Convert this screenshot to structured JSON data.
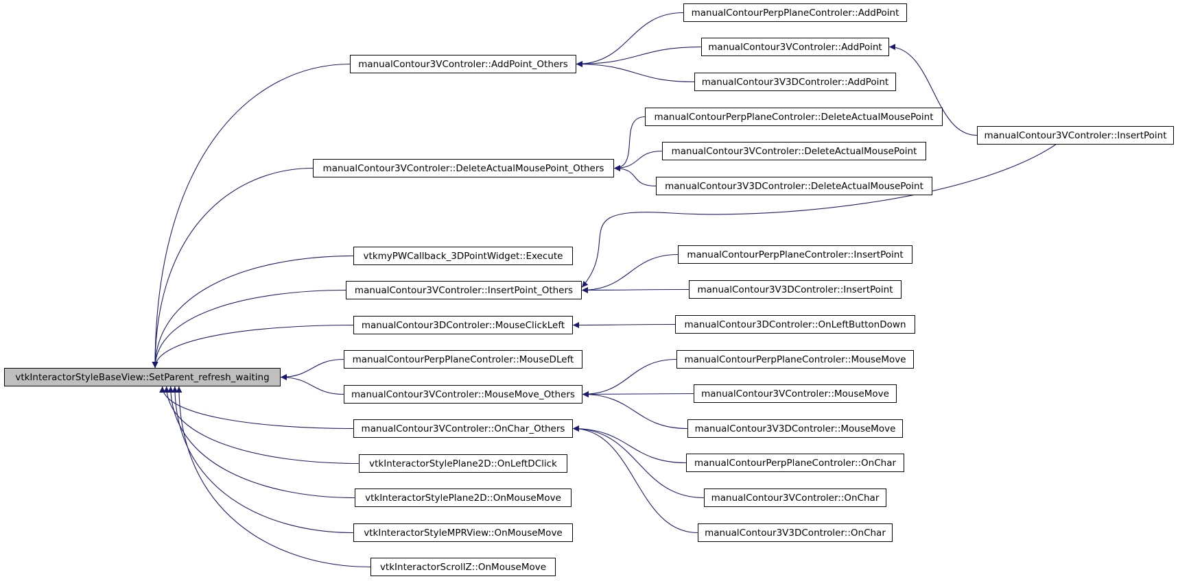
{
  "graph": {
    "root": "vtkInteractorStyleBaseView::SetParent_refresh_waiting",
    "nodes": [
      "vtkInteractorStyleBaseView::SetParent_refresh_waiting",
      "manualContour3VControler::AddPoint_Others",
      "manualContour3VControler::DeleteActualMousePoint_Others",
      "vtkmyPWCallback_3DPointWidget::Execute",
      "manualContour3VControler::InsertPoint_Others",
      "manualContour3DControler::MouseClickLeft",
      "manualContourPerpPlaneControler::MouseDLeft",
      "manualContour3VControler::MouseMove_Others",
      "manualContour3VControler::OnChar_Others",
      "vtkInteractorStylePlane2D::OnLeftDClick",
      "vtkInteractorStylePlane2D::OnMouseMove",
      "vtkInteractorStyleMPRView::OnMouseMove",
      "vtkInteractorScrollZ::OnMouseMove",
      "manualContourPerpPlaneControler::AddPoint",
      "manualContour3VControler::AddPoint",
      "manualContour3V3DControler::AddPoint",
      "manualContourPerpPlaneControler::DeleteActualMousePoint",
      "manualContour3VControler::DeleteActualMousePoint",
      "manualContour3V3DControler::DeleteActualMousePoint",
      "manualContourPerpPlaneControler::InsertPoint",
      "manualContour3V3DControler::InsertPoint",
      "manualContour3DControler::OnLeftButtonDown",
      "manualContourPerpPlaneControler::MouseMove",
      "manualContour3VControler::MouseMove",
      "manualContour3V3DControler::MouseMove",
      "manualContourPerpPlaneControler::OnChar",
      "manualContour3VControler::OnChar",
      "manualContour3V3DControler::OnChar",
      "manualContour3VControler::InsertPoint"
    ],
    "edges": [
      {
        "caller": 1,
        "callee": 0
      },
      {
        "caller": 2,
        "callee": 0
      },
      {
        "caller": 3,
        "callee": 0
      },
      {
        "caller": 4,
        "callee": 0
      },
      {
        "caller": 5,
        "callee": 0
      },
      {
        "caller": 6,
        "callee": 0
      },
      {
        "caller": 7,
        "callee": 0
      },
      {
        "caller": 8,
        "callee": 0
      },
      {
        "caller": 9,
        "callee": 0
      },
      {
        "caller": 10,
        "callee": 0
      },
      {
        "caller": 11,
        "callee": 0
      },
      {
        "caller": 12,
        "callee": 0
      },
      {
        "caller": 13,
        "callee": 1
      },
      {
        "caller": 14,
        "callee": 1
      },
      {
        "caller": 15,
        "callee": 1
      },
      {
        "caller": 16,
        "callee": 2
      },
      {
        "caller": 17,
        "callee": 2
      },
      {
        "caller": 18,
        "callee": 2
      },
      {
        "caller": 28,
        "callee": 4
      },
      {
        "caller": 19,
        "callee": 4
      },
      {
        "caller": 20,
        "callee": 4
      },
      {
        "caller": 21,
        "callee": 5
      },
      {
        "caller": 22,
        "callee": 7
      },
      {
        "caller": 23,
        "callee": 7
      },
      {
        "caller": 24,
        "callee": 7
      },
      {
        "caller": 25,
        "callee": 8
      },
      {
        "caller": 26,
        "callee": 8
      },
      {
        "caller": 27,
        "callee": 8
      },
      {
        "caller": 28,
        "callee": 14
      }
    ],
    "colors": {
      "edge": "#191970",
      "node_border": "#000000",
      "root_fill": "#bfbfbf",
      "node_fill": "#ffffff"
    }
  }
}
